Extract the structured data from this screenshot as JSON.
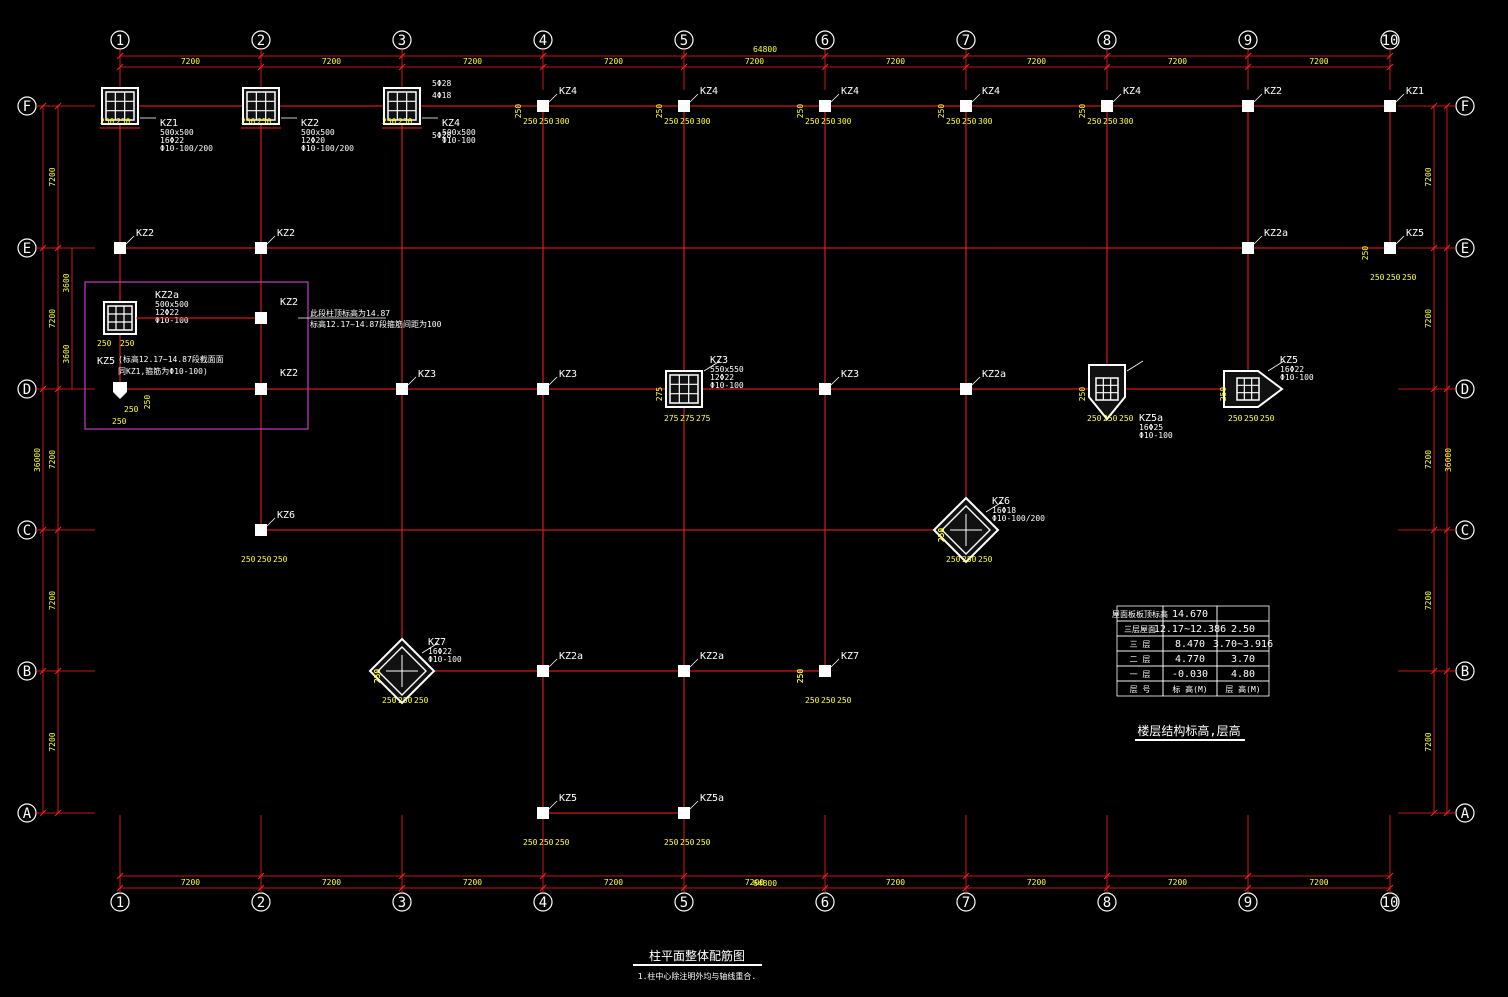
{
  "total_width_label": "64800",
  "total_depth_label": "36000",
  "bay_label": "7200",
  "half_bay_label": "3600",
  "col_axes": [
    "1",
    "2",
    "3",
    "4",
    "5",
    "6",
    "7",
    "8",
    "9",
    "10"
  ],
  "row_axes": [
    "F",
    "E",
    "D",
    "C",
    "B",
    "A"
  ],
  "columns": [
    {
      "c": 1,
      "r": "F",
      "name": "KZ1",
      "detail": true,
      "dims": [
        "250",
        "250"
      ],
      "specs": [
        "500x500",
        "16Φ22",
        "Φ10-100/200"
      ]
    },
    {
      "c": 2,
      "r": "F",
      "name": "KZ2",
      "detail": true,
      "dims": [
        "250",
        "250"
      ],
      "specs": [
        "500x500",
        "12Φ20",
        "Φ10-100/200"
      ]
    },
    {
      "c": 3,
      "r": "F",
      "name": "KZ4",
      "detail": true,
      "dims": [
        "250",
        "250"
      ],
      "specs": [
        "500x500",
        "Φ10-100"
      ],
      "notes": [
        "5Φ28",
        "4Φ18",
        "5Φ28"
      ]
    },
    {
      "c": 4,
      "r": "F",
      "name": "KZ4",
      "dims": [
        "250",
        "250",
        "300",
        "250"
      ]
    },
    {
      "c": 5,
      "r": "F",
      "name": "KZ4",
      "dims": [
        "250",
        "250",
        "300",
        "250"
      ]
    },
    {
      "c": 6,
      "r": "F",
      "name": "KZ4",
      "dims": [
        "250",
        "250",
        "300",
        "250"
      ]
    },
    {
      "c": 7,
      "r": "F",
      "name": "KZ4",
      "dims": [
        "250",
        "250",
        "300",
        "250"
      ]
    },
    {
      "c": 8,
      "r": "F",
      "name": "KZ4",
      "dims": [
        "250",
        "250",
        "300",
        "250"
      ]
    },
    {
      "c": 9,
      "r": "F",
      "name": "KZ2"
    },
    {
      "c": 10,
      "r": "F",
      "name": "KZ1"
    },
    {
      "c": 1,
      "r": "E",
      "name": "KZ2"
    },
    {
      "c": 2,
      "r": "E",
      "name": "KZ2"
    },
    {
      "c": 9,
      "r": "E",
      "name": "KZ2a"
    },
    {
      "c": 10,
      "r": "E",
      "name": "KZ5",
      "dims": [
        "250",
        "250",
        "250",
        "250"
      ]
    },
    {
      "c": 3,
      "r": "D",
      "name": "KZ3"
    },
    {
      "c": 4,
      "r": "D",
      "name": "KZ3"
    },
    {
      "c": 5,
      "r": "D",
      "name": "KZ3",
      "detail": true,
      "dims": [
        "275",
        "275",
        "275",
        "275"
      ],
      "specs": [
        "550x550",
        "12Φ22",
        "Φ10-100"
      ]
    },
    {
      "c": 6,
      "r": "D",
      "name": "KZ3"
    },
    {
      "c": 7,
      "r": "D",
      "name": "KZ2a"
    },
    {
      "c": 8,
      "r": "D",
      "name": "KZ5a",
      "detail": true,
      "shape": "pent",
      "dims": [
        "250",
        "250",
        "250",
        "250"
      ],
      "specs": [
        "16Φ25",
        "Φ10-100"
      ]
    },
    {
      "c": 9,
      "r": "D",
      "name": "KZ5",
      "detail": true,
      "shape": "pentR",
      "dims": [
        "250",
        "250",
        "250",
        "250"
      ],
      "specs": [
        "16Φ22",
        "Φ10-100"
      ]
    },
    {
      "c": 2,
      "r": "C",
      "name": "KZ6",
      "dims": [
        "250",
        "250",
        "250"
      ]
    },
    {
      "c": 7,
      "r": "C",
      "name": "KZ6",
      "detail": true,
      "shape": "diamond",
      "dims": [
        "250",
        "250",
        "250",
        "250",
        "250"
      ],
      "specs": [
        "16Φ18",
        "Φ10-100/200"
      ]
    },
    {
      "c": 3,
      "r": "B",
      "name": "KZ7",
      "detail": true,
      "shape": "diamond",
      "dims": [
        "250",
        "250",
        "250",
        "250",
        "250"
      ],
      "specs": [
        "16Φ22",
        "Φ10-100"
      ]
    },
    {
      "c": 4,
      "r": "B",
      "name": "KZ2a"
    },
    {
      "c": 5,
      "r": "B",
      "name": "KZ2a"
    },
    {
      "c": 6,
      "r": "B",
      "name": "KZ7",
      "dims": [
        "250",
        "250",
        "250",
        "250",
        "250"
      ]
    },
    {
      "c": 4,
      "r": "A",
      "name": "KZ5",
      "dims": [
        "250",
        "250",
        "250"
      ]
    },
    {
      "c": 5,
      "r": "A",
      "name": "KZ5a",
      "dims": [
        "250",
        "250",
        "250"
      ]
    }
  ],
  "inset": {
    "kz2a": {
      "name": "KZ2a",
      "specs": [
        "500x500",
        "12Φ22",
        "Φ10-100"
      ],
      "dims": [
        "250",
        "250",
        "250",
        "250"
      ]
    },
    "kz2_upper": {
      "name": "KZ2",
      "note1": "此段柱顶标高为14.87",
      "note2": "标高12.17~14.87段箍筋间距为100"
    },
    "kz5": {
      "name": "KZ5",
      "note1": "(标高12.17~14.87段截面面",
      "note2": "同KZ1,箍筋为Φ10-100)",
      "dims": [
        "250",
        "250",
        "250"
      ]
    },
    "kz2_lower": {
      "name": "KZ2"
    }
  },
  "level_table": {
    "rows": [
      [
        "屋面板板顶标高",
        "14.670",
        ""
      ],
      [
        "三层屋面",
        "12.17~12.386",
        "2.50"
      ],
      [
        "三  层",
        "8.470",
        "3.70~3.916"
      ],
      [
        "二  层",
        "4.770",
        "3.70"
      ],
      [
        "一  层",
        "-0.030",
        "4.80"
      ],
      [
        "层  号",
        "标 高(M)",
        "层 高(M)"
      ]
    ],
    "caption": "楼层结构标高,层高"
  },
  "drawing_title": "柱平面整体配筋图",
  "drawing_note": "1.柱中心除注明外均与轴线重合."
}
